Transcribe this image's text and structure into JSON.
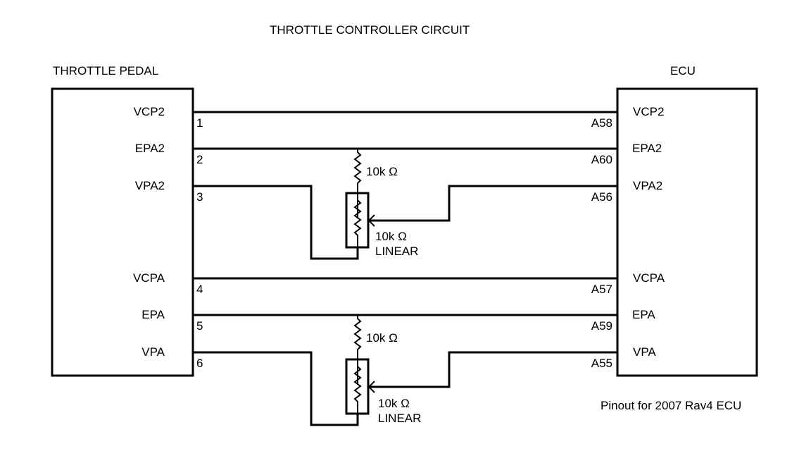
{
  "title": "THROTTLE CONTROLLER CIRCUIT",
  "left_block": {
    "label": "THROTTLE PEDAL",
    "pins": [
      {
        "name": "VCP2",
        "num": "1"
      },
      {
        "name": "EPA2",
        "num": "2"
      },
      {
        "name": "VPA2",
        "num": "3"
      },
      {
        "name": "VCPA",
        "num": "4"
      },
      {
        "name": "EPA",
        "num": "5"
      },
      {
        "name": "VPA",
        "num": "6"
      }
    ]
  },
  "right_block": {
    "label": "ECU",
    "pins": [
      {
        "name": "VCP2",
        "num": "A58"
      },
      {
        "name": "EPA2",
        "num": "A60"
      },
      {
        "name": "VPA2",
        "num": "A56"
      },
      {
        "name": "VCPA",
        "num": "A57"
      },
      {
        "name": "EPA",
        "num": "A59"
      },
      {
        "name": "VPA",
        "num": "A55"
      }
    ],
    "note": "Pinout for 2007 Rav4 ECU"
  },
  "components": [
    {
      "resistor_label": "10k Ω",
      "pot_value": "10k Ω",
      "pot_type": "LINEAR"
    },
    {
      "resistor_label": "10k Ω",
      "pot_value": "10k Ω",
      "pot_type": "LINEAR"
    }
  ]
}
